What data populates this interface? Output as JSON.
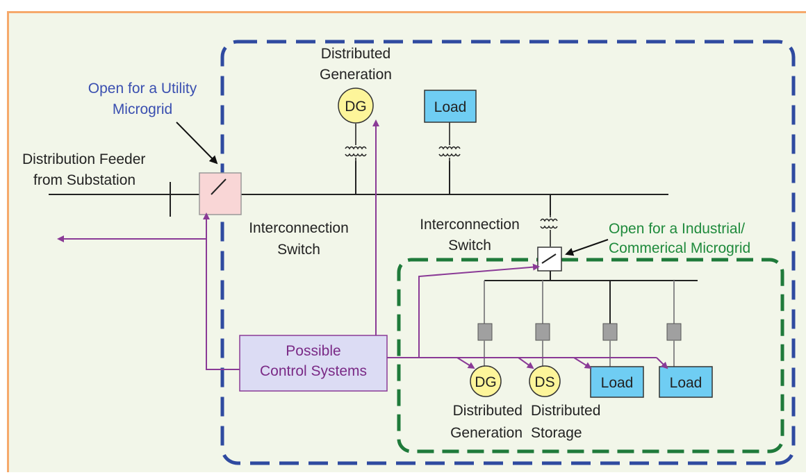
{
  "labels": {
    "utility_open": [
      "Open for a Utility",
      "Microgrid"
    ],
    "feeder": [
      "Distribution Feeder",
      "from Substation"
    ],
    "dg_top": [
      "Distributed",
      "Generation"
    ],
    "dg_symbol": "DG",
    "load": "Load",
    "interconnection_left": [
      "Interconnection",
      "Switch"
    ],
    "interconnection_right": [
      "Interconnection",
      "Switch"
    ],
    "industrial_open": [
      "Open for a Industrial/",
      "Commerical Microgrid"
    ],
    "control": [
      "Possible",
      "Control Systems"
    ],
    "ds_symbol": "DS",
    "dg_bottom": [
      "Distributed",
      "Generation"
    ],
    "ds_bottom": [
      "Distributed",
      "Storage"
    ]
  },
  "colors": {
    "frame_border": "#f6a96b",
    "background": "#f2f6e9",
    "utility_boundary": "#2f4aa0",
    "industrial_boundary": "#1f7a3a",
    "control_lines": "#8a3a96",
    "generator_fill": "#fdf59a",
    "load_fill": "#6fcdf3",
    "switch_fill": "#f9d6d6",
    "control_fill": "#dcdcf4",
    "breaker_fill": "#a0a0a0"
  }
}
